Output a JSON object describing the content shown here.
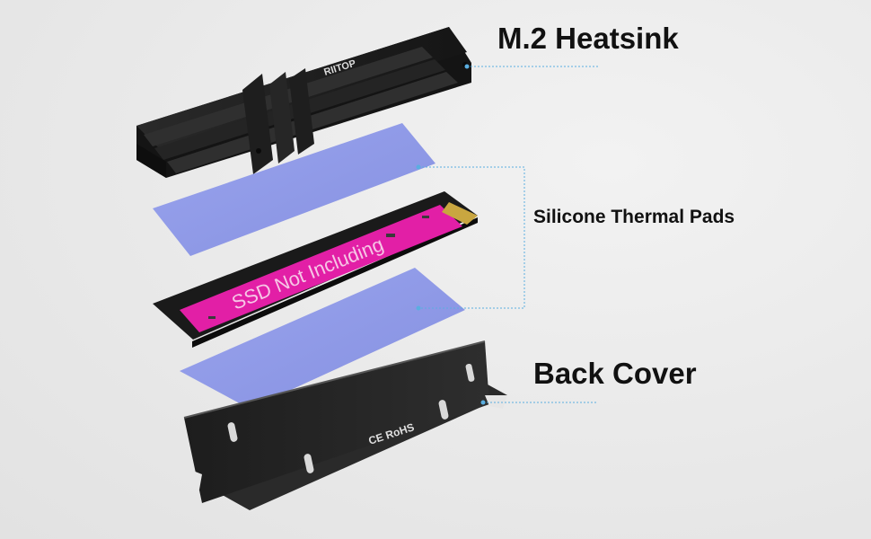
{
  "labels": {
    "heatsink": "M.2 Heatsink",
    "thermal_pads": "Silicone Thermal Pads",
    "back_cover": "Back Cover"
  },
  "product": {
    "brand_text": "RIITOP",
    "ssd_text": "SSD Not Including",
    "cover_markings": "CE RoHS"
  },
  "colors": {
    "background": "#ebebeb",
    "heatsink": "#1c1c1c",
    "thermal_pad": "#8e99e6",
    "ssd_label": "#e21fa6",
    "callout_line": "#5aaee0"
  }
}
